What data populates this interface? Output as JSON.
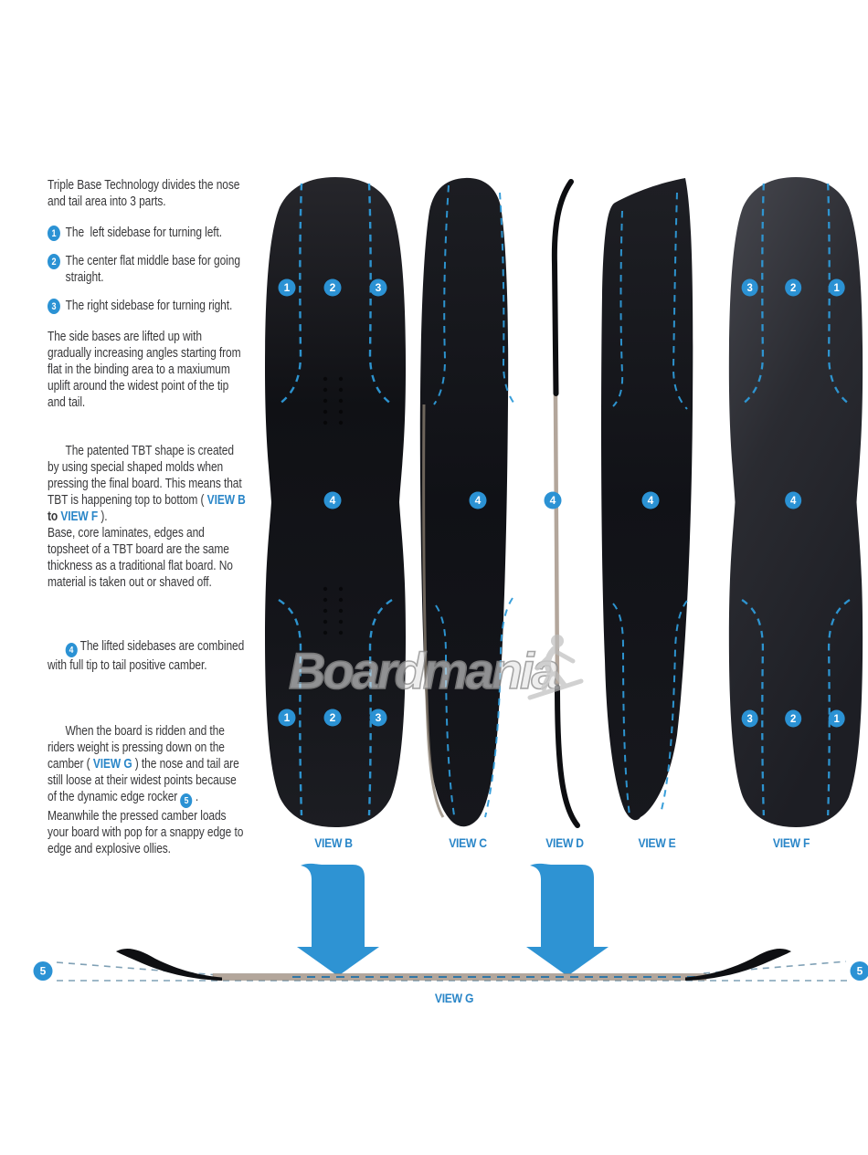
{
  "colors": {
    "accent_blue": "#2e93d3",
    "badge_blue": "#2b92d4",
    "dash_blue": "#2e9ad8",
    "label_blue": "#2a86c8",
    "body_text": "#38383a",
    "board_black": "#14151a",
    "board_charcoal": "#2b2c32",
    "profile_tan": "#b3a69b",
    "watermark_gray": "#8f8f8f"
  },
  "copy": {
    "intro": "Triple Base Technology divides the nose and tail area into 3 parts.",
    "items": [
      {
        "num": "1",
        "text": "The  left sidebase for turning left."
      },
      {
        "num": "2",
        "text": "The center flat middle base for going  straight."
      },
      {
        "num": "3",
        "text": "The right sidebase for turning right."
      }
    ],
    "para_lift": "The side bases are lifted up with gradually increasing angles starting from flat in the binding area to a maxiumum uplift around the widest point of the tip and tail.",
    "para_tbt": {
      "lead": "The patented TBT shape is created by using special shaped molds when pressing the final board. This means that TBT is happening top to bottom ",
      "open": "( ",
      "view_b": "VIEW B",
      "mid": "  to ",
      "view_f": "VIEW F",
      "close": " ).\n"
    },
    "para_base": "Base, core laminates, edges and topsheet of a TBT board are the same thickness as a traditional flat board. No material is taken out or shaved off.",
    "item4": {
      "num": "4",
      "text": " The lifted sidebases are combined with full tip to tail positive camber."
    },
    "para_camber": {
      "seg1": "When the board is ridden and the riders weight is pressing down on the camber ",
      "open": "( ",
      "view": "VIEW G",
      "close": " ) ",
      "seg2": "the nose and tail are still loose at their widest points because of the dynamic edge rocker ",
      "num": "5",
      "seg3": " . Meanwhile the pressed camber loads your board with pop for a snappy edge to edge and explosive ollies."
    }
  },
  "views": {
    "b": {
      "label": "VIEW B",
      "top": [
        "1",
        "2",
        "3"
      ],
      "mid": "4",
      "bottom": [
        "1",
        "2",
        "3"
      ]
    },
    "c": {
      "label": "VIEW C",
      "mid": "4"
    },
    "d": {
      "label": "VIEW D",
      "mid": "4"
    },
    "e": {
      "label": "VIEW E",
      "mid": "4"
    },
    "f": {
      "label": "VIEW F",
      "top": [
        "3",
        "2",
        "1"
      ],
      "mid": "4",
      "bottom": [
        "3",
        "2",
        "1"
      ]
    },
    "g": {
      "label": "VIEW G",
      "rocker_left": "5",
      "rocker_right": "5"
    }
  },
  "watermark": {
    "text": "Boardmania"
  }
}
